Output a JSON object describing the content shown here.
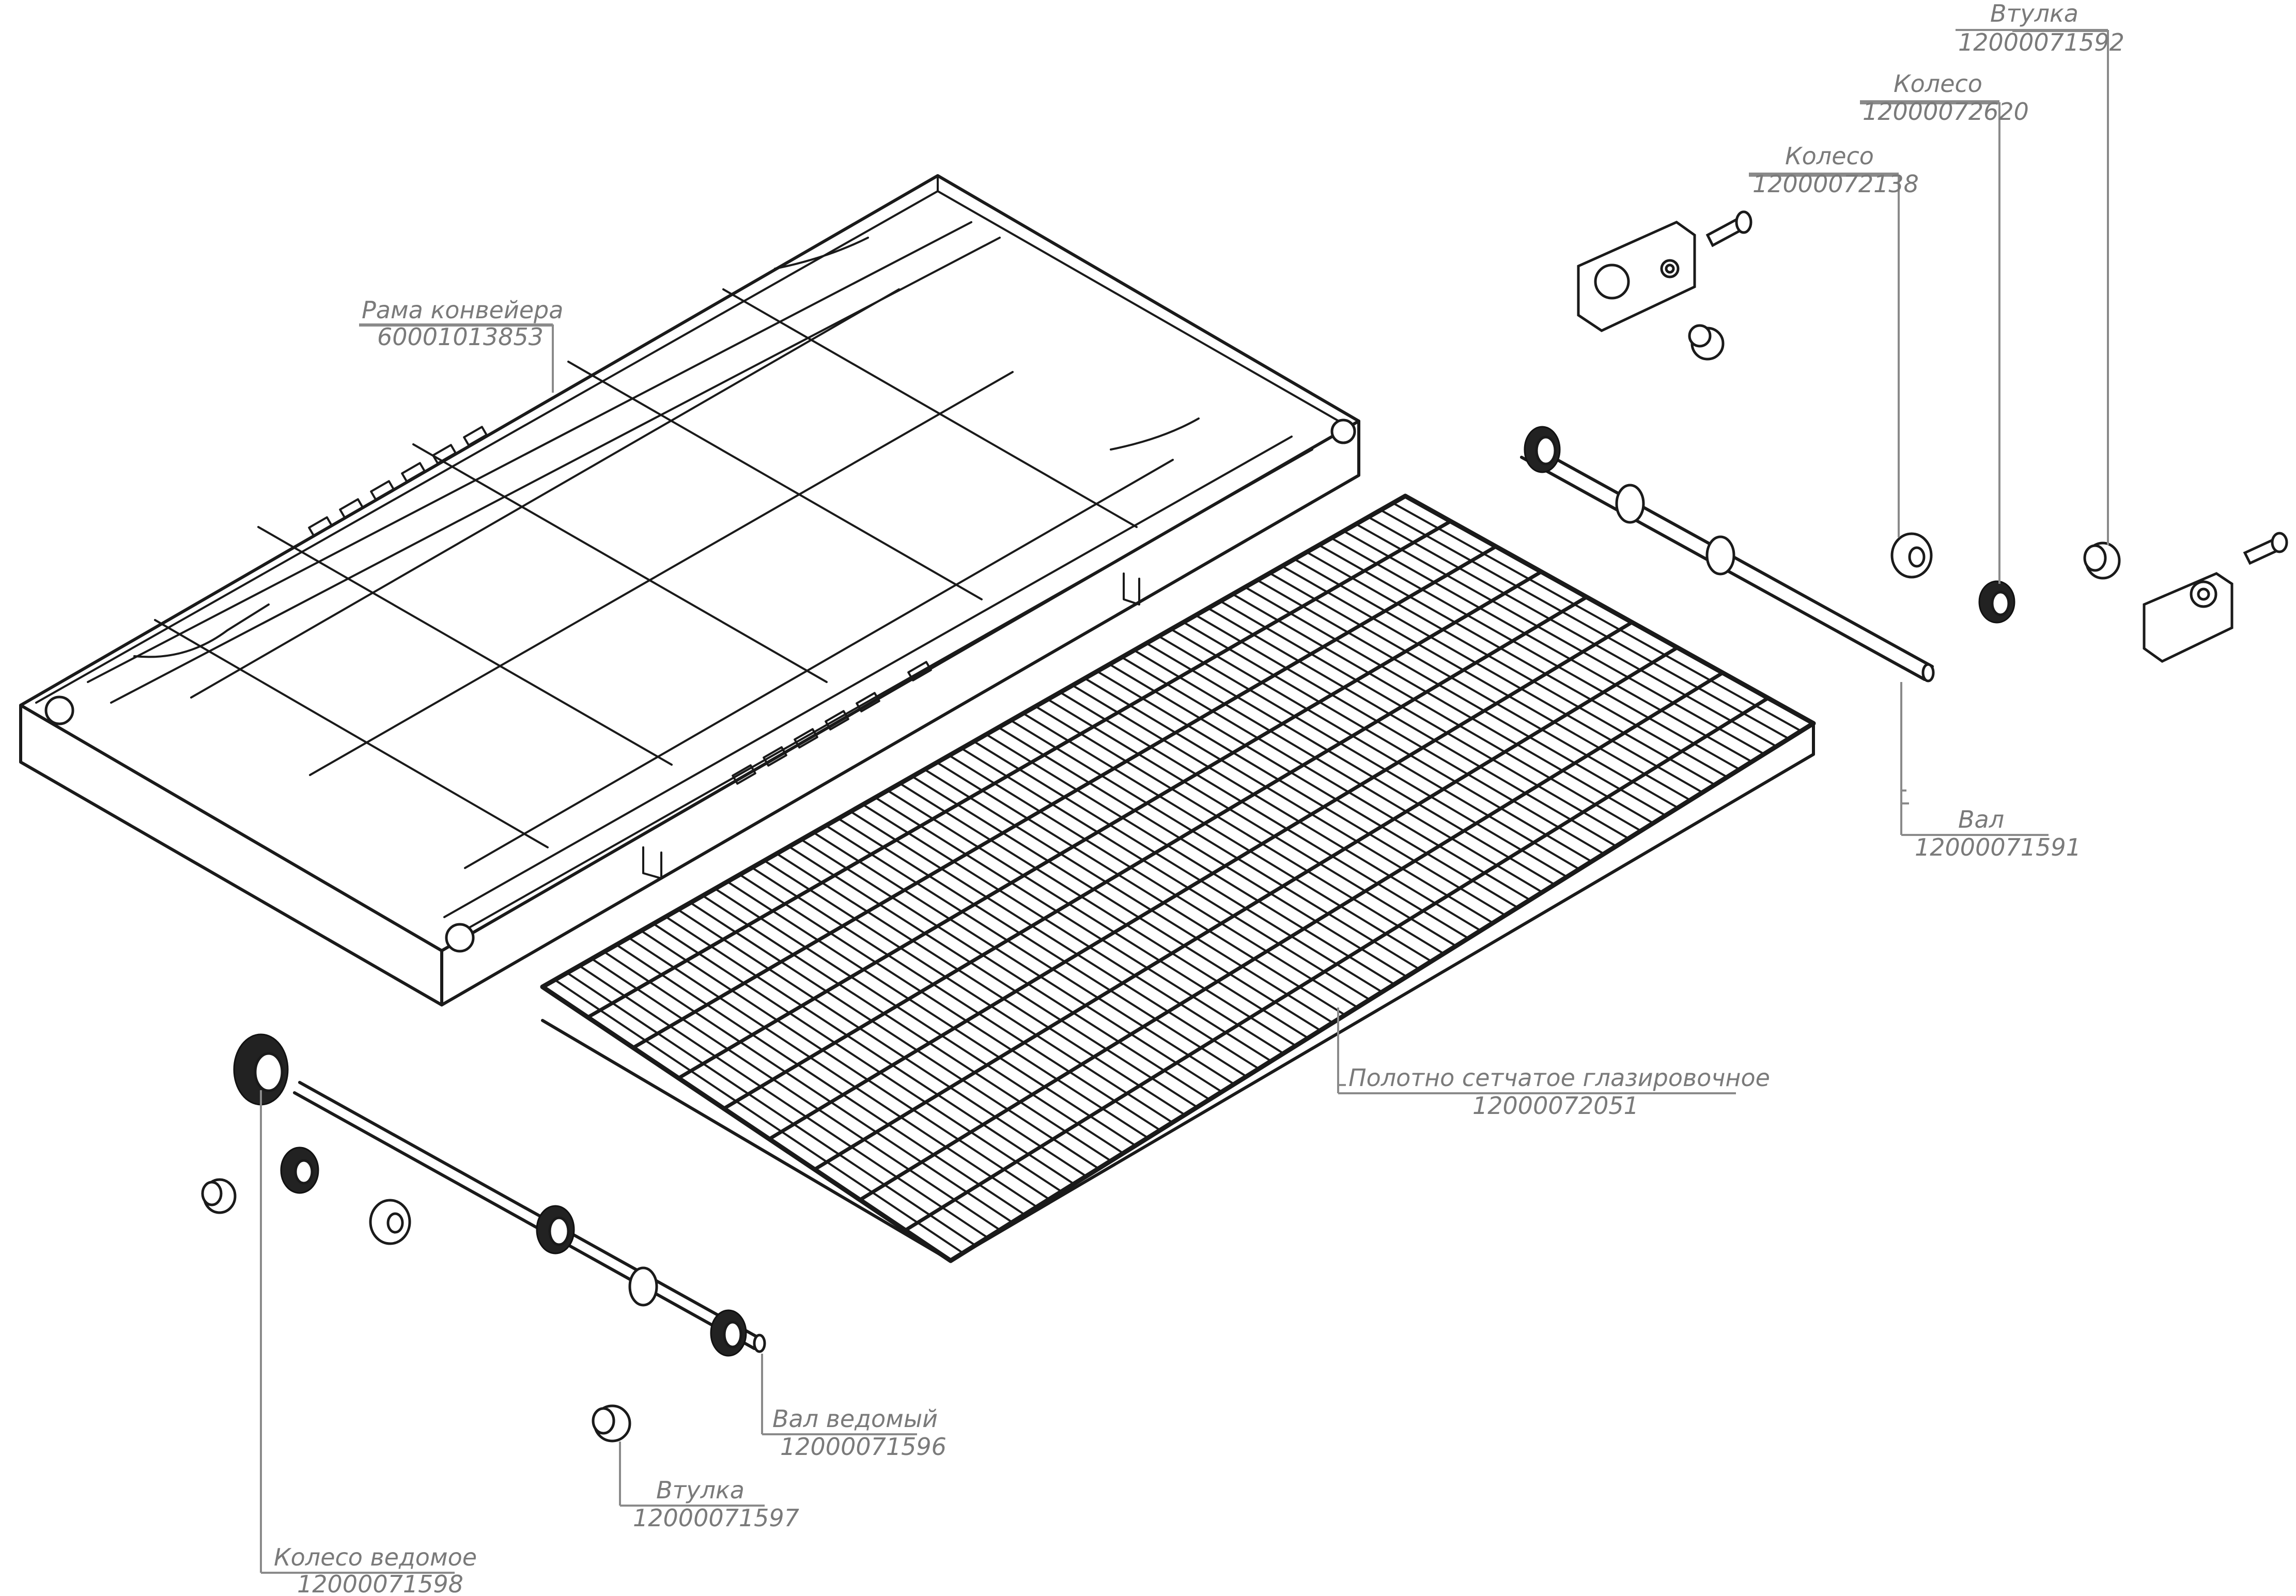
{
  "drawing": {
    "callouts": [
      {
        "id": "bushing-top",
        "name": "Втулка",
        "code": "12000071592"
      },
      {
        "id": "wheel-top-1",
        "name": "Колесо",
        "code": "12000072620"
      },
      {
        "id": "wheel-top-2",
        "name": "Колесо",
        "code": "12000072138"
      },
      {
        "id": "conveyor-frame",
        "name": "Рама конвейера",
        "code": "60001013853"
      },
      {
        "id": "shaft",
        "name": "Вал",
        "code": "12000071591"
      },
      {
        "id": "mesh-belt",
        "name": "Полотно сетчатое глазировочное",
        "code": "12000072051"
      },
      {
        "id": "driven-shaft",
        "name": "Вал ведомый",
        "code": "12000071596"
      },
      {
        "id": "bushing-bottom",
        "name": "Втулка",
        "code": "12000071597"
      },
      {
        "id": "driven-wheel",
        "name": "Колесо ведомое",
        "code": "12000071598"
      }
    ]
  },
  "colors": {
    "ink": "#1a1a1a",
    "leader": "#8a8a8a",
    "label": "#7a7a7a",
    "background": "#ffffff"
  }
}
